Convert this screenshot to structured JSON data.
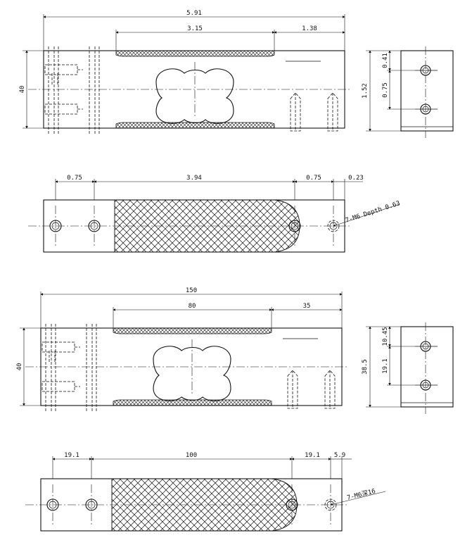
{
  "labels": {
    "in_top_overall": "5.91",
    "in_top_mid": "3.15",
    "in_top_right": "1.38",
    "in_top_height": "40",
    "in_end_height": "1.52",
    "in_end_top": "0.41",
    "in_end_mid": "0.75",
    "in_plan_left": "0.75",
    "in_plan_mid": "3.94",
    "in_plan_right": "0.75",
    "in_plan_edge": "0.23",
    "in_plan_note": "7-M6 Depth 0.63",
    "mm_top_overall": "150",
    "mm_top_mid": "80",
    "mm_top_right": "35",
    "mm_top_height": "40",
    "mm_end_height": "38.5",
    "mm_end_top": "10.45",
    "mm_end_mid": "19.1",
    "mm_plan_left": "19.1",
    "mm_plan_mid": "100",
    "mm_plan_right": "19.1",
    "mm_plan_edge": "5.9",
    "mm_plan_note": "7-M6深16"
  }
}
